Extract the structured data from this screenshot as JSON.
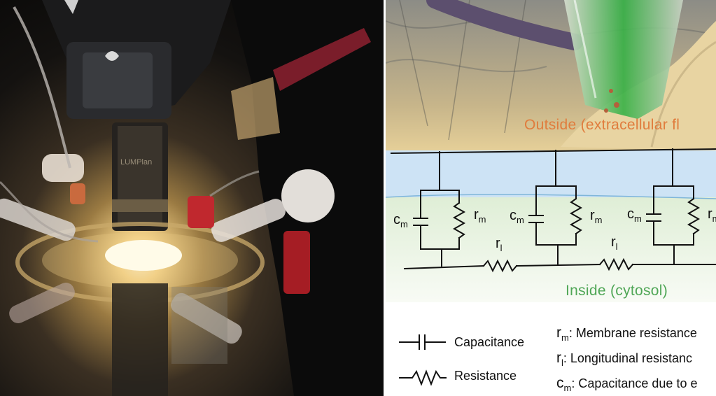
{
  "diagram": {
    "outside_label": "Outside (extracellular fl",
    "inside_label": "Inside (cytosol)",
    "symbols": {
      "c": "c",
      "r": "r",
      "m": "m",
      "l": "l"
    },
    "legend": {
      "capacitance": "Capacitance",
      "resistance": "Resistance",
      "defs": [
        {
          "sym": "r",
          "sub": "m",
          "text": ":  Membrane resistance"
        },
        {
          "sym": "r",
          "sub": "l",
          "text": ":  Longitudinal resistanc"
        },
        {
          "sym": "c",
          "sub": "m",
          "text": ":  Capacitance due to e"
        }
      ]
    }
  },
  "colors": {
    "outside_text": "#e07c3d",
    "inside_text": "#4fa656",
    "extracellular_band": "#cde3f5",
    "cytosol_band": "#e3f1dc"
  }
}
